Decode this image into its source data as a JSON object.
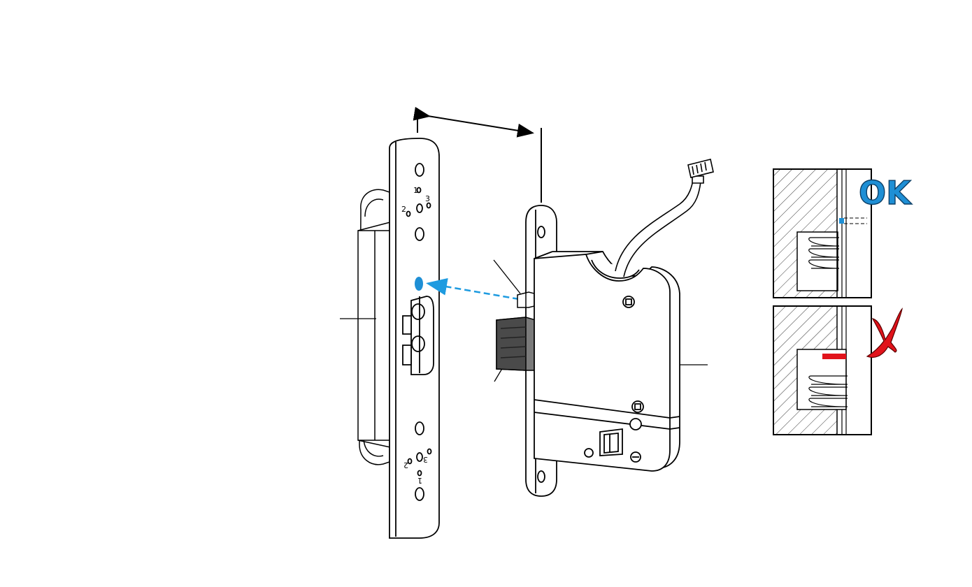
{
  "callouts": {
    "ok_label": "OK"
  },
  "strike_plate_hole_numbers": {
    "top": [
      "1",
      "2",
      "3"
    ],
    "bottom": [
      "1",
      "2",
      "3"
    ]
  },
  "colors": {
    "ok_accent": "#1e8fd5",
    "wrong_accent": "#e1131b",
    "line": "#000000",
    "guide_arrow": "#1e9be0"
  },
  "icons": {
    "correct": "ok-text-icon",
    "incorrect": "red-x-icon"
  }
}
